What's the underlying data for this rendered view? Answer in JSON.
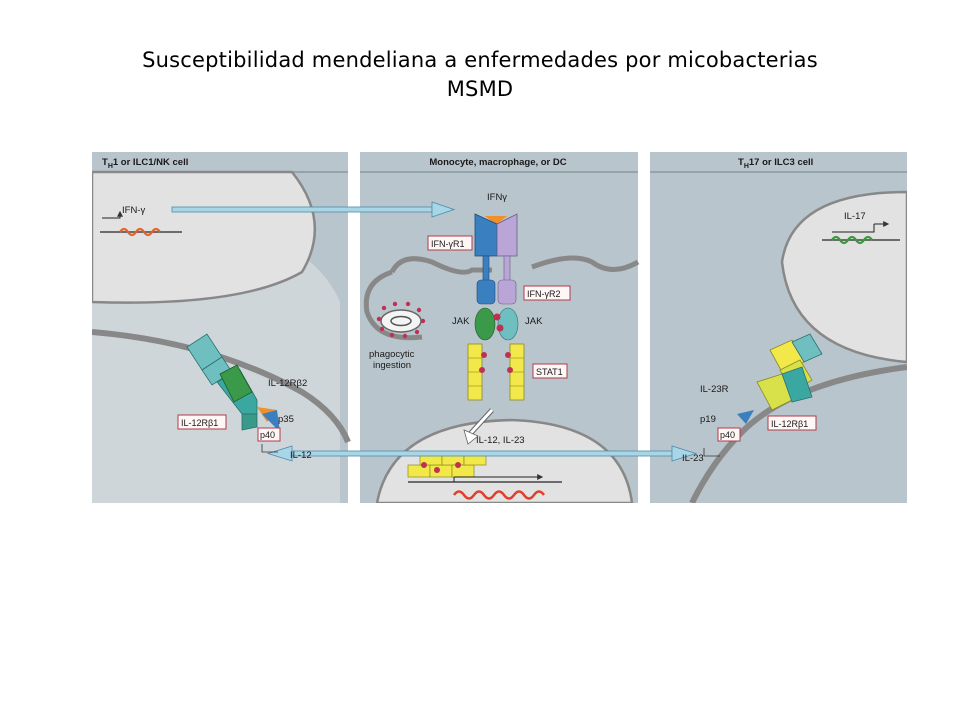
{
  "title": {
    "line1": "Susceptibilidad mendeliana a enfermedades por micobacterias",
    "line2": "MSMD"
  },
  "figure": {
    "panels": {
      "left_header": "T H 1 or ILC1/NK cell",
      "left_header_main": "T",
      "left_header_sub": "H",
      "left_header_rest": "1 or ILC1/NK cell",
      "center_header": "Monocyte, macrophage, or DC",
      "right_header_main": "T",
      "right_header_sub": "H",
      "right_header_rest": "17 or ILC3 cell"
    },
    "labels": {
      "ifn_gamma_gene": "IFN-γ",
      "ifn_gamma": "IFNγ",
      "ifngr1": "IFN-γR1",
      "ifngr2": "IFN-γR2",
      "jak_left": "JAK",
      "jak_right": "JAK",
      "stat1": "STAT1",
      "phagocytic": "phagocytic",
      "ingestion": "ingestion",
      "il12rb2": "IL-12Rβ2",
      "p35": "p35",
      "il12rb1_left": "IL-12Rβ1",
      "p40_left": "p40",
      "il12": "IL-12",
      "il12_il23": "IL-12, IL-23",
      "il17": "IL-17",
      "il23r": "IL-23R",
      "p19": "p19",
      "p40_right": "p40",
      "il12rb1_right": "IL-12Rβ1",
      "il23": "IL-23"
    },
    "colors": {
      "panel_bg": "#b9c5cc",
      "cell_fill": "#dcdcdc",
      "membrane": "#8a8a8a",
      "arrow_fill": "#a9d6e6",
      "receptor_blue": "#3a7fc0",
      "receptor_lavender": "#b9a6d6",
      "receptor_teal": "#6fbec0",
      "receptor_green": "#3a9a4a",
      "stat_yellow": "#f2e84a",
      "label_border": "#b03a48",
      "mrna_red": "#e0402a",
      "gene_green": "#3b9a3b",
      "gene_orange": "#e4632c"
    }
  }
}
